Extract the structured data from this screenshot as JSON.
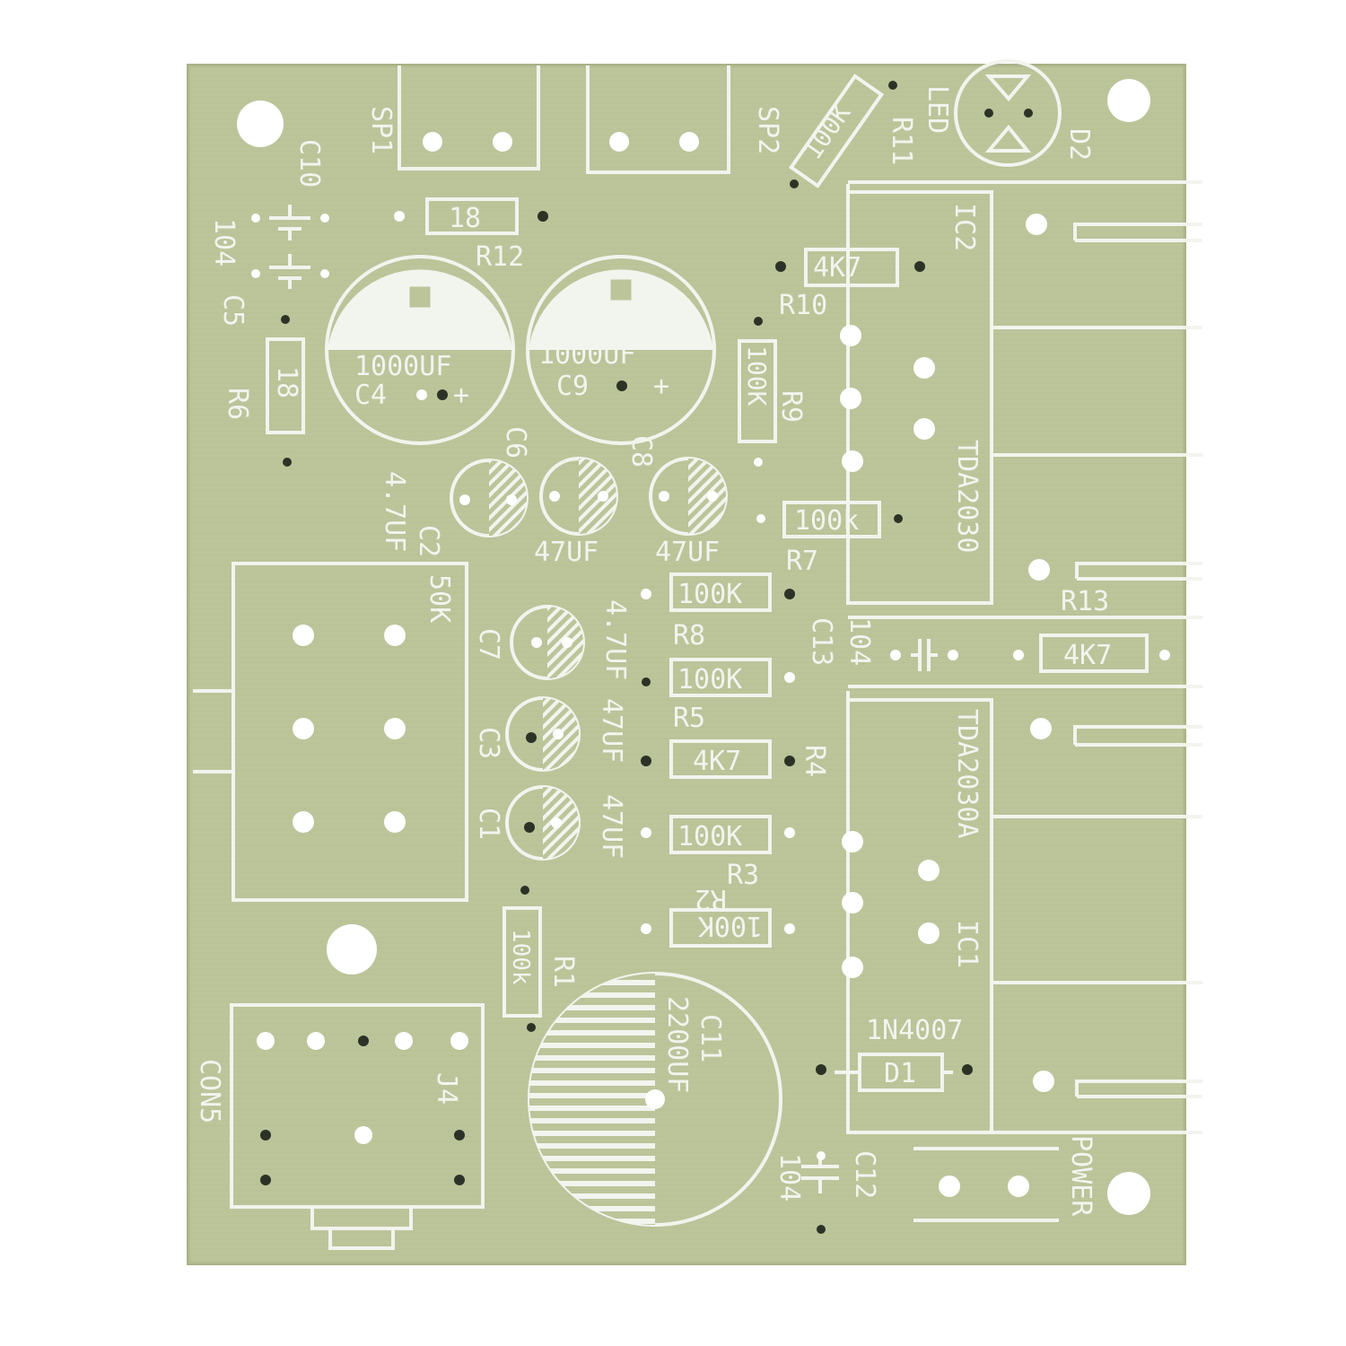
{
  "colors": {
    "background": "#ffffff",
    "board": "#bcc49a",
    "board_edge": "#a9b286",
    "silkscreen": "#f2f4ee",
    "hole": "#ffffff",
    "via": "#2c3326"
  },
  "labels": {
    "sp1": "SP1",
    "sp2": "SP2",
    "r11_value": "100K",
    "r11": "R11",
    "led": "LED",
    "d2": "D2",
    "c10": "C10",
    "c10_value": "104",
    "c5": "C5",
    "r12_value": "18",
    "r12": "R12",
    "ic2": "IC2",
    "r10_value": "4K7",
    "r10": "R10",
    "c4_value": "1000UF",
    "c4": "C4",
    "c9_value": "1000UF",
    "c9": "C9",
    "plus": "+",
    "r6_value": "18",
    "r6": "R6",
    "r9_value": "100K",
    "r9": "R9",
    "tda_top": "TDA2030",
    "c6": "C6",
    "c8": "C8",
    "c2": "C2",
    "c2_value": "4.7UF",
    "c6_value": "47UF",
    "c8_value": "47UF",
    "r7_value": "100k",
    "r7": "R7",
    "pot": "50K",
    "r8_value": "100K",
    "r8": "R8",
    "r13": "R13",
    "c7_value": "4.7UF",
    "c7": "C7",
    "c13": "C13",
    "c13_value": "104",
    "r13_value": "4K7",
    "r5_value": "100K",
    "r5": "R5",
    "c3_value": "47UF",
    "c3": "C3",
    "tda_bottom": "TDA2030A",
    "r4_value": "4K7",
    "r4": "R4",
    "c1_value": "47UF",
    "c1": "C1",
    "r3_value": "100K",
    "r3": "R3",
    "r2": "R2",
    "r2_value": "100K",
    "ic1": "IC1",
    "r1_value": "100k",
    "r1": "R1",
    "c11": "C11",
    "c11_value": "2200UF",
    "d1_part": "1N4007",
    "d1": "D1",
    "j4": "J4",
    "con5": "CON5",
    "power": "POWER",
    "c12": "C12",
    "c12_value": "104"
  }
}
